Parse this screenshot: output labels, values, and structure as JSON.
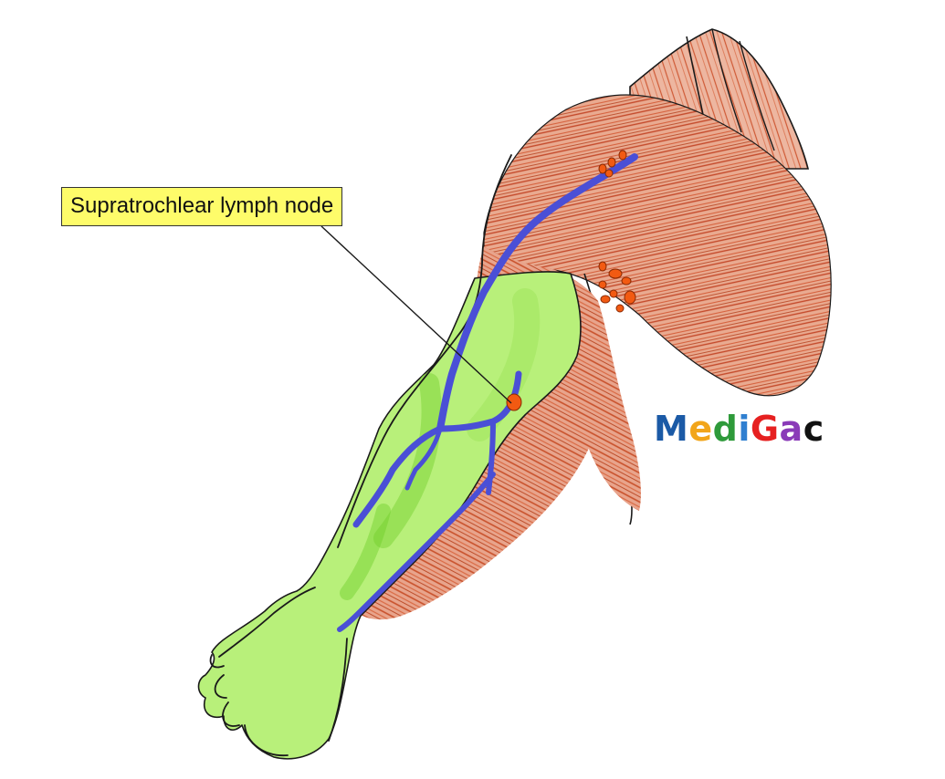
{
  "callout": {
    "label": "Supratrochlear lymph node"
  },
  "watermark": {
    "letters": [
      {
        "char": "M",
        "color": "#1b5aa6"
      },
      {
        "char": "e",
        "color": "#f2a51a"
      },
      {
        "char": "d",
        "color": "#2e9a3a"
      },
      {
        "char": "i",
        "color": "#2f7fd0"
      },
      {
        "char": "G",
        "color": "#e62020"
      },
      {
        "char": "a",
        "color": "#8a3ab8"
      },
      {
        "char": "c",
        "color": "#111111"
      }
    ]
  },
  "colors": {
    "lymph_region": "#b8f07a",
    "muscle": "#d9603a",
    "vein": "#4a4fd6",
    "lymph_node": "#f25a12",
    "outline": "#1a1a1a",
    "label_fill": "#fefc6a"
  }
}
